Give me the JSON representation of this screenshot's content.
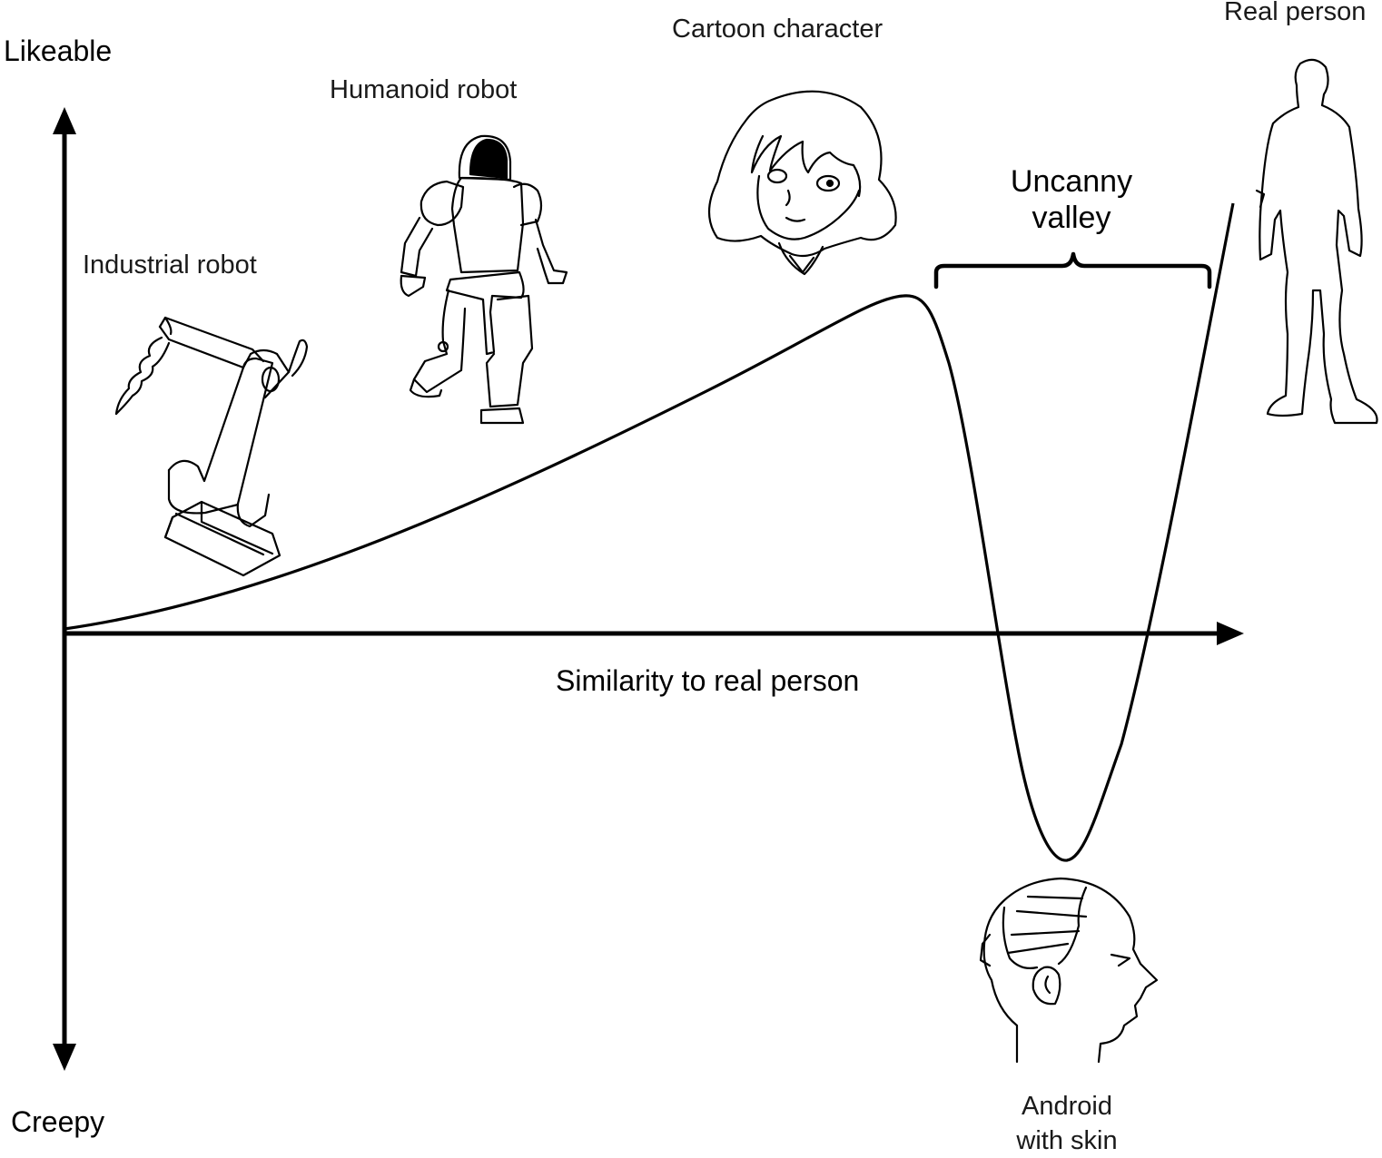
{
  "axes": {
    "y_top_label": "Likeable",
    "y_bottom_label": "Creepy",
    "x_label": "Similarity to real person"
  },
  "figures": {
    "industrial_robot": "Industrial robot",
    "humanoid_robot": "Humanoid robot",
    "cartoon_character": "Cartoon character",
    "real_person": "Real person",
    "android_line1": "Android",
    "android_line2": "with skin"
  },
  "annotation": {
    "line1": "Uncanny",
    "line2": "valley"
  },
  "icons": [
    "industrial-robot-icon",
    "humanoid-robot-icon",
    "cartoon-character-icon",
    "real-person-icon",
    "android-head-icon"
  ]
}
